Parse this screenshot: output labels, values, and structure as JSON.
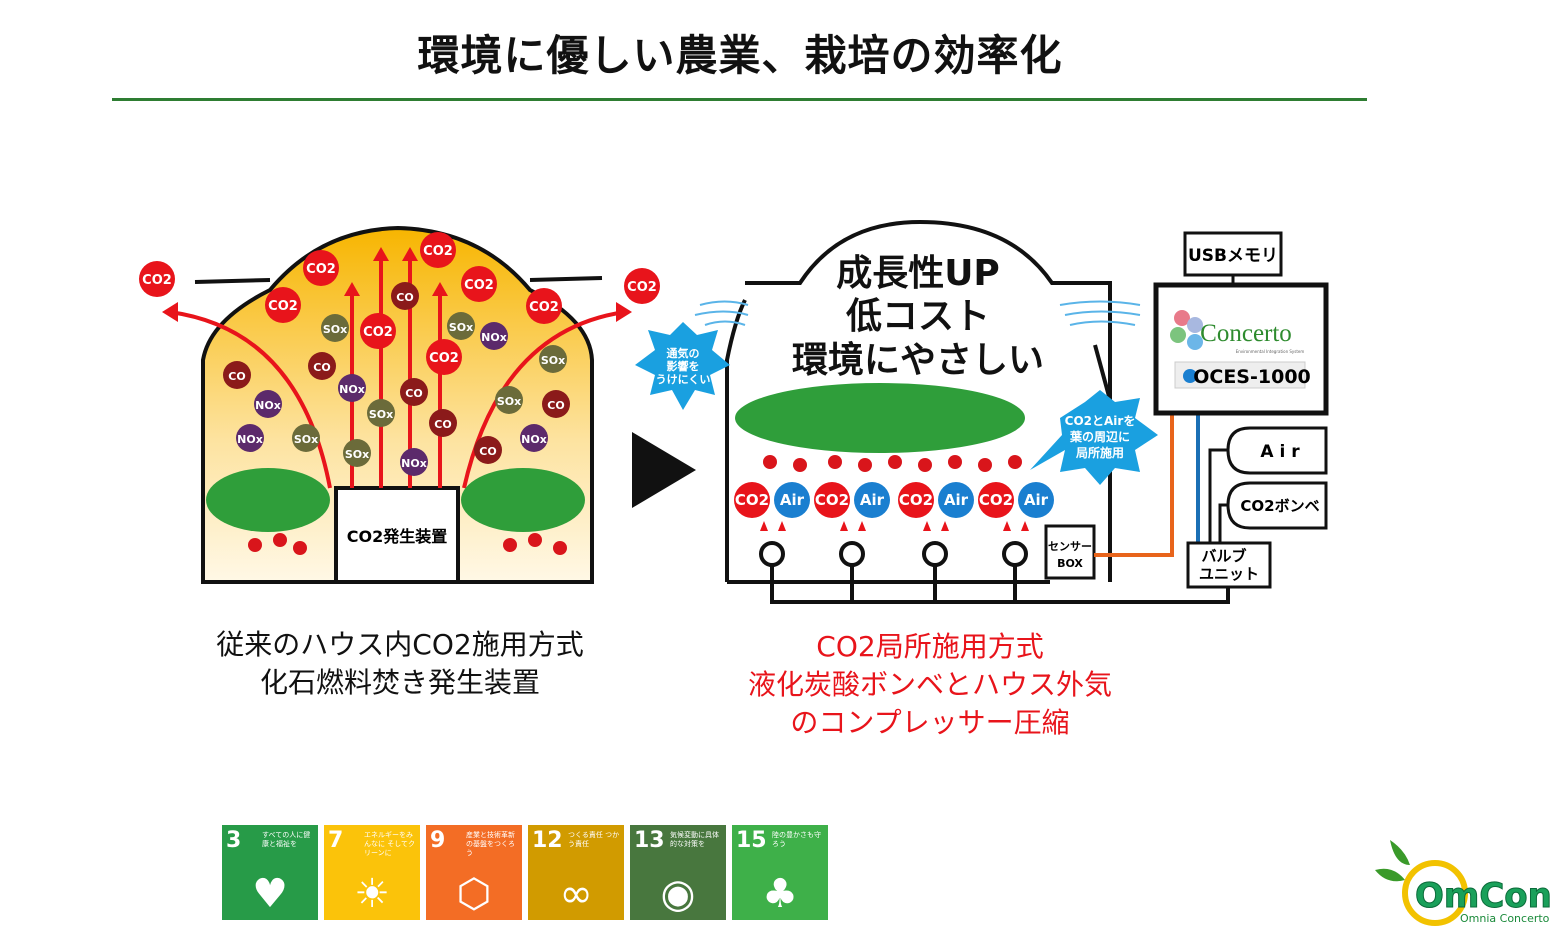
{
  "title": "環境に優しい農業、栽培の効率化",
  "labels": {
    "co2": "CO2",
    "sox": "SOx",
    "nox": "NOx",
    "co": "CO",
    "air": "Air"
  },
  "left_diagram": {
    "generator": "CO2発生装置"
  },
  "right_diagram": {
    "headline": [
      "成長性UP",
      "低コスト",
      "環境にやさしい"
    ],
    "burst_left": [
      "通気の",
      "影響を",
      "うけにくい"
    ],
    "burst_right": [
      "CO2とAirを",
      "葉の周辺に",
      "局所施用"
    ],
    "sensor_box": [
      "センサー",
      "BOX"
    ],
    "usb": "USBメモリ",
    "brand": "Concerto",
    "brand_sub": "Environmental Integration System",
    "model": "OCES-1000",
    "air_source": "A i r",
    "co2_source": "CO2ボンベ",
    "valve": [
      "バルブ",
      "ユニット"
    ]
  },
  "captions": {
    "left": [
      "従来のハウス内CO2施用方式",
      "化石燃料焚き発生装置"
    ],
    "right": [
      "CO2局所施用方式",
      "液化炭酸ボンベとハウス外気",
      "のコンプレッサー圧縮"
    ]
  },
  "sdgs": [
    {
      "num": "3",
      "text": "すべての人に健康と福祉を",
      "color": "#279b48",
      "icon": "heartbeat-icon"
    },
    {
      "num": "7",
      "text": "エネルギーをみんなに そしてクリーンに",
      "color": "#fbc30a",
      "icon": "sun-power-icon"
    },
    {
      "num": "9",
      "text": "産業と技術革新の基盤をつくろう",
      "color": "#f36d25",
      "icon": "cubes-icon"
    },
    {
      "num": "12",
      "text": "つくる責任 つかう責任",
      "color": "#d19b00",
      "icon": "infinity-icon"
    },
    {
      "num": "13",
      "text": "気候変動に具体的な対策を",
      "color": "#48773e",
      "icon": "eye-globe-icon"
    },
    {
      "num": "15",
      "text": "陸の豊かさも守ろう",
      "color": "#3eb049",
      "icon": "tree-icon"
    }
  ],
  "logo": {
    "name": "OmCon",
    "sub": "Omnia Concerto"
  },
  "colors": {
    "accent_green": "#2e7d32",
    "red": "#e8141b",
    "orange": "#e8641b",
    "blue": "#1a6fb5"
  }
}
